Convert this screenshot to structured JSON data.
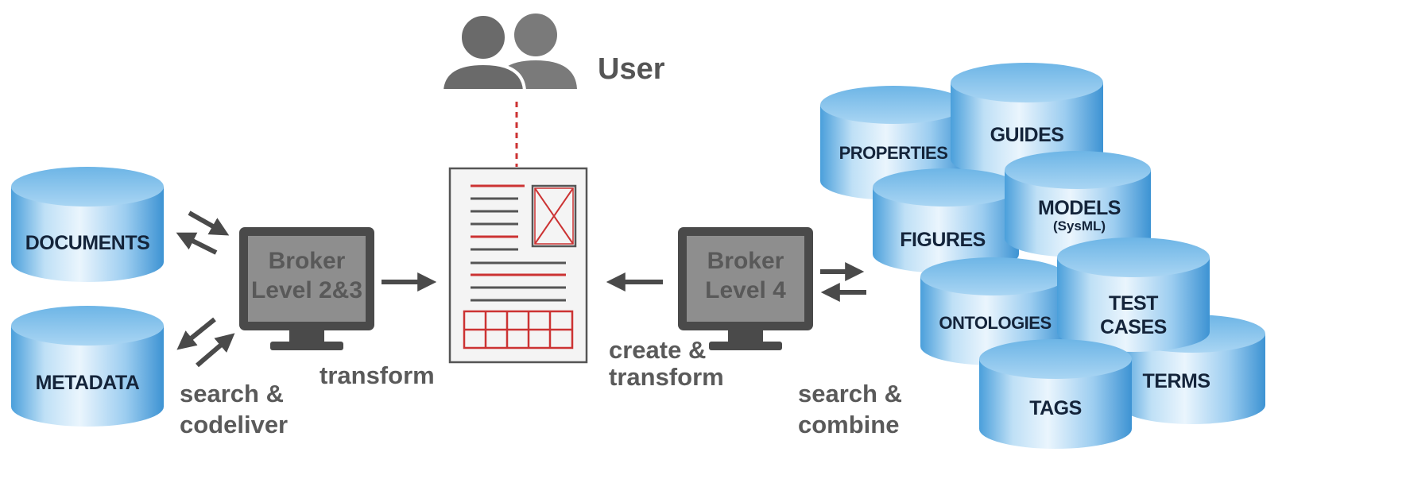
{
  "user": {
    "label": "User",
    "icon": "users-icon"
  },
  "left_databases": [
    {
      "label": "DOCUMENTS"
    },
    {
      "label": "METADATA"
    }
  ],
  "broker_left": {
    "line1": "Broker",
    "line2": "Level 2&3"
  },
  "broker_right": {
    "line1": "Broker",
    "line2": "Level 4"
  },
  "document": {
    "icon": "document-icon"
  },
  "captions": {
    "left_search": [
      "search &",
      "codeliver"
    ],
    "transform": "transform",
    "create_transform": [
      "create &",
      "transform"
    ],
    "right_search": [
      "search &",
      "combine"
    ]
  },
  "right_databases": [
    {
      "label": "PROPERTIES"
    },
    {
      "label": "GUIDES"
    },
    {
      "label": "FIGURES"
    },
    {
      "label": "MODELS",
      "sub": "(SysML)"
    },
    {
      "label": "ONTOLOGIES"
    },
    {
      "label": "TEST",
      "label2": "CASES"
    },
    {
      "label": "TAGS"
    },
    {
      "label": "TERMS"
    }
  ],
  "colors": {
    "cylinder_light": "#e4f2fc",
    "cylinder_mid": "#8ec6ee",
    "cylinder_dark": "#3f97d6",
    "monitor_frame": "#4a4a4a",
    "monitor_screen": "#8e8e8e",
    "accent_red": "#cc3333",
    "arrow": "#4a4a4a"
  }
}
